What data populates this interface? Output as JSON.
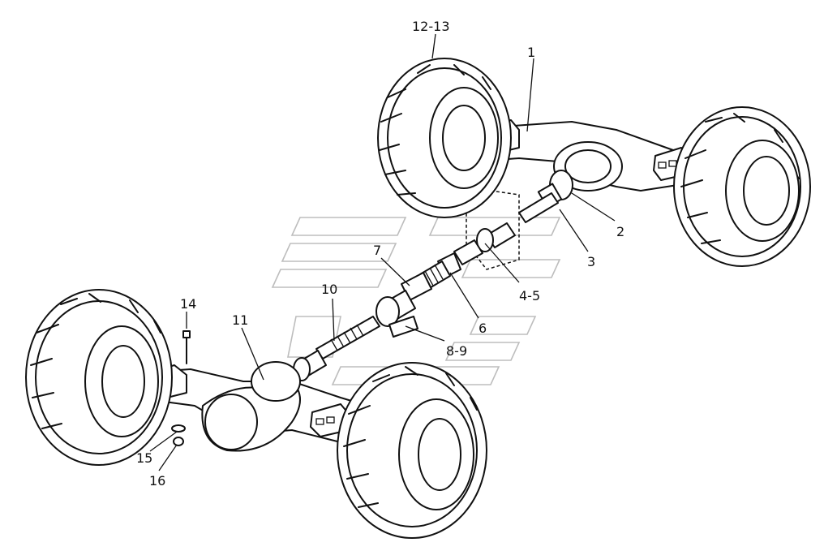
{
  "diagram": {
    "callouts": [
      {
        "id": "1",
        "text": "1"
      },
      {
        "id": "2",
        "text": "2"
      },
      {
        "id": "3",
        "text": "3"
      },
      {
        "id": "4-5",
        "text": "4-5"
      },
      {
        "id": "6",
        "text": "6"
      },
      {
        "id": "7",
        "text": "7"
      },
      {
        "id": "8-9",
        "text": "8-9"
      },
      {
        "id": "10",
        "text": "10"
      },
      {
        "id": "11",
        "text": "11"
      },
      {
        "id": "12-13",
        "text": "12-13"
      },
      {
        "id": "14",
        "text": "14"
      },
      {
        "id": "15",
        "text": "15"
      },
      {
        "id": "16",
        "text": "16"
      }
    ]
  }
}
